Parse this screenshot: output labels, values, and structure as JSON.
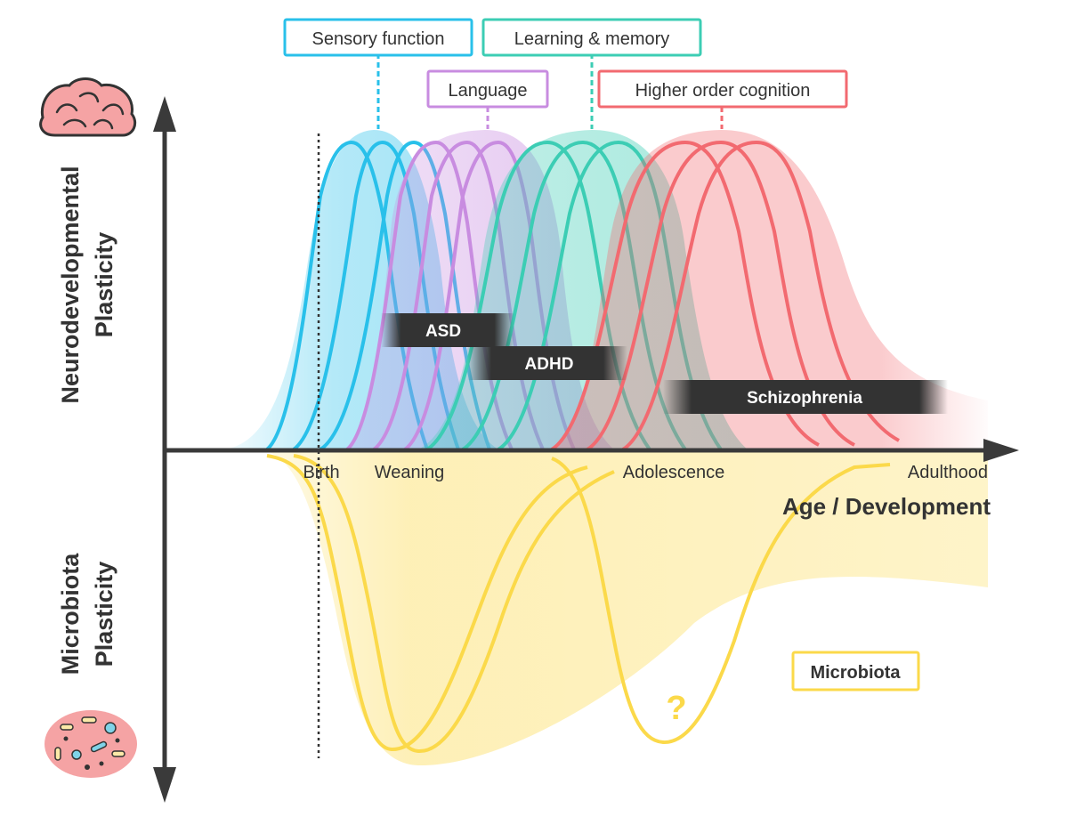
{
  "colors": {
    "sensory": "#29c0ea",
    "language": "#c88ce0",
    "learning": "#3ccdb4",
    "higher": "#f26a70",
    "microbiota": "#fbd94a",
    "axis": "#3a3a3a",
    "bar": "#333333",
    "brain": "#f5a3a4",
    "gut": "#f5a3a4"
  },
  "icons": {
    "top": "brain-icon",
    "bottom": "gut-microbiota-icon"
  },
  "axes": {
    "y_top_label_line1": "Neurodevelopmental",
    "y_top_label_line2": "Plasticity",
    "y_bottom_label_line1": "Microbiota",
    "y_bottom_label_line2": "Plasticity",
    "x_label": "Age / Development"
  },
  "milestones": [
    "Birth",
    "Weaning",
    "Adolescence",
    "Adulthood"
  ],
  "windows": {
    "sensory": "Sensory function",
    "language": "Language",
    "learning": "Learning & memory",
    "higher": "Higher order cognition",
    "microbiota": "Microbiota"
  },
  "disorders": {
    "asd": "ASD",
    "adhd": "ADHD",
    "schizophrenia": "Schizophrenia"
  },
  "question_mark": "?"
}
